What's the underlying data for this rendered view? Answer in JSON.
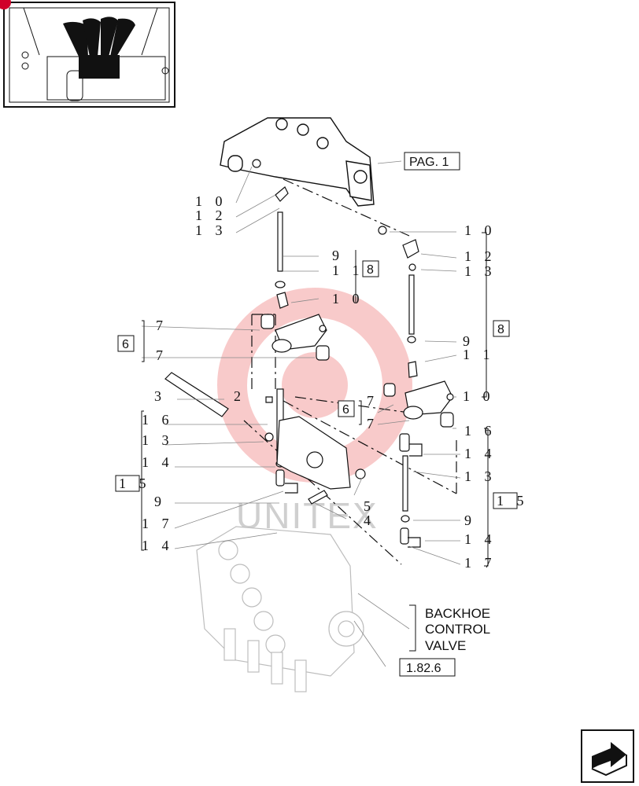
{
  "references": {
    "pag_1": "PAG. 1",
    "ref_1826": "1.82.6",
    "box_6": "6",
    "box_8": "8",
    "box_15": "1 5"
  },
  "valve_label": [
    "BACKHOE",
    "CONTROL",
    "VALVE"
  ],
  "watermark": "UNITEX",
  "callouts": {
    "c10a": "1 0",
    "c12a": "1 2",
    "c13a": "1 3",
    "c10b": "1 0",
    "c12b": "1 2",
    "c13b": "1 3",
    "c9a": "9",
    "c11a": "1 1",
    "c10c": "1 0",
    "c9b": "9",
    "c11b": "1 1",
    "c10d": "1 0",
    "c7a": "7",
    "c7b": "7",
    "c7c": "7",
    "c7d": "7",
    "c3": "3",
    "c2": "2",
    "c16a": "1 6",
    "c13c": "1 3",
    "c14a": "1 4",
    "c9c": "9",
    "c17a": "1 7",
    "c14b": "1 4",
    "c16b": "1 6",
    "c14c": "1 4",
    "c13d": "1 3",
    "c9d": "9",
    "c14d": "1 4",
    "c17b": "1 7",
    "c5": "5",
    "c4": "4"
  },
  "colors": {
    "line": "#111111",
    "watermark_red": "#f4b6b6",
    "ghost": "#bdbdbd"
  },
  "icons": [
    "thumbnail-cab-levers",
    "next-page-arrow-icon"
  ]
}
